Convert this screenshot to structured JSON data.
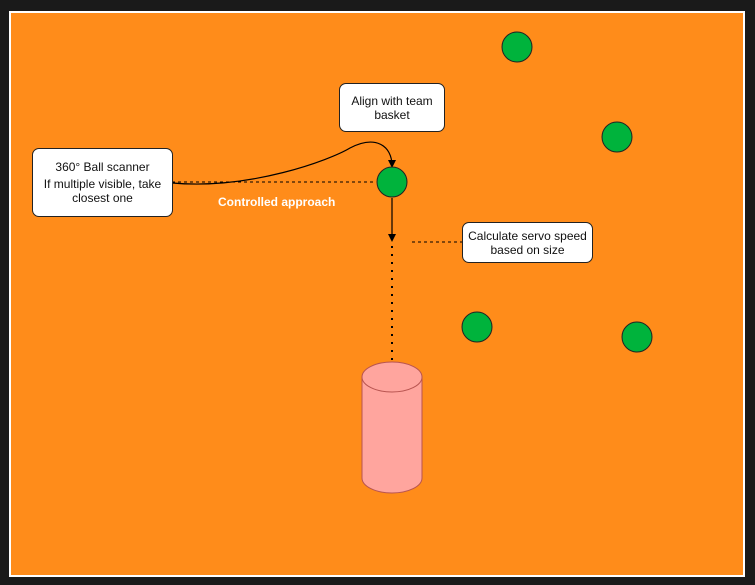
{
  "colors": {
    "background": "#1a1a1a",
    "field": "#ff8c1a",
    "field_border": "#ffffff",
    "ball": "#00b33c",
    "basket": "#ffa59e",
    "basket_stroke": "#b85450"
  },
  "callouts": {
    "scanner": {
      "line1": "360° Ball scanner",
      "line2": "If multiple visible, take",
      "line3": "closest one"
    },
    "align": {
      "line1": "Align with team",
      "line2": "basket"
    },
    "servo": {
      "line1": "Calculate servo speed",
      "line2": "based on size"
    }
  },
  "labels": {
    "approach": "Controlled approach"
  }
}
